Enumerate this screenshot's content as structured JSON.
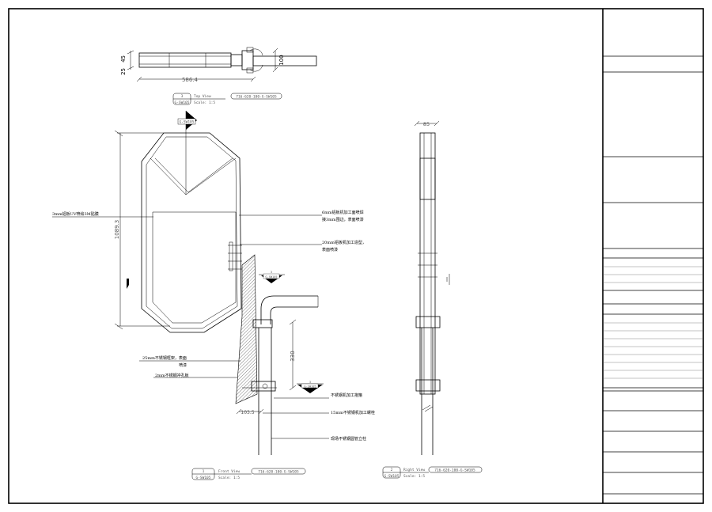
{
  "top_view": {
    "dims": {
      "d1": "45",
      "d2": "25",
      "length": "586.4",
      "width": "100"
    },
    "tag": {
      "num": "3",
      "sheet": "G-SW105",
      "name": "Top View",
      "ref": "716-620-100-G-SW105",
      "scale": "Scale: 1:5"
    }
  },
  "front_view": {
    "section_marker": "G-SW105",
    "dims": {
      "height": "1089.3",
      "post_height": "330",
      "bottom": "103.5"
    },
    "callout_marker_1": {
      "num": "3",
      "sheet": "G-SW105"
    },
    "callout_marker_2": {
      "num": "3",
      "sheet": "G-SW105"
    },
    "notes": {
      "left_panel": "3mm铝板UV喷绘3M贴膜",
      "frame_l1": "6mm铝板机加工面喷焊",
      "frame_l2": "接3mm围边，表面喷漆",
      "plate_l1": "20mm铝板机加工造型，",
      "plate_l2": "表面喷漆",
      "steel_frame_l1": "25mm不锈钢框架，表面",
      "steel_frame_l2": "喷漆",
      "perforated": "2mm不锈钢冲孔板",
      "bracket": "不锈钢机加工抱箍",
      "bolt": "15mm不锈钢机加工螺栓",
      "post": "现场不锈钢圆管立柱"
    },
    "tag": {
      "num": "1",
      "sheet": "G-SW105",
      "name": "Front View",
      "ref": "716-620-100-G-SW105",
      "scale": "Scale: 1:5"
    }
  },
  "right_view": {
    "dims": {
      "width": "85"
    },
    "tag": {
      "num": "2",
      "sheet": "G-SW105",
      "name": "Right View",
      "ref": "716-620-100-G-SW105",
      "scale": "Scale: 1:5"
    }
  }
}
